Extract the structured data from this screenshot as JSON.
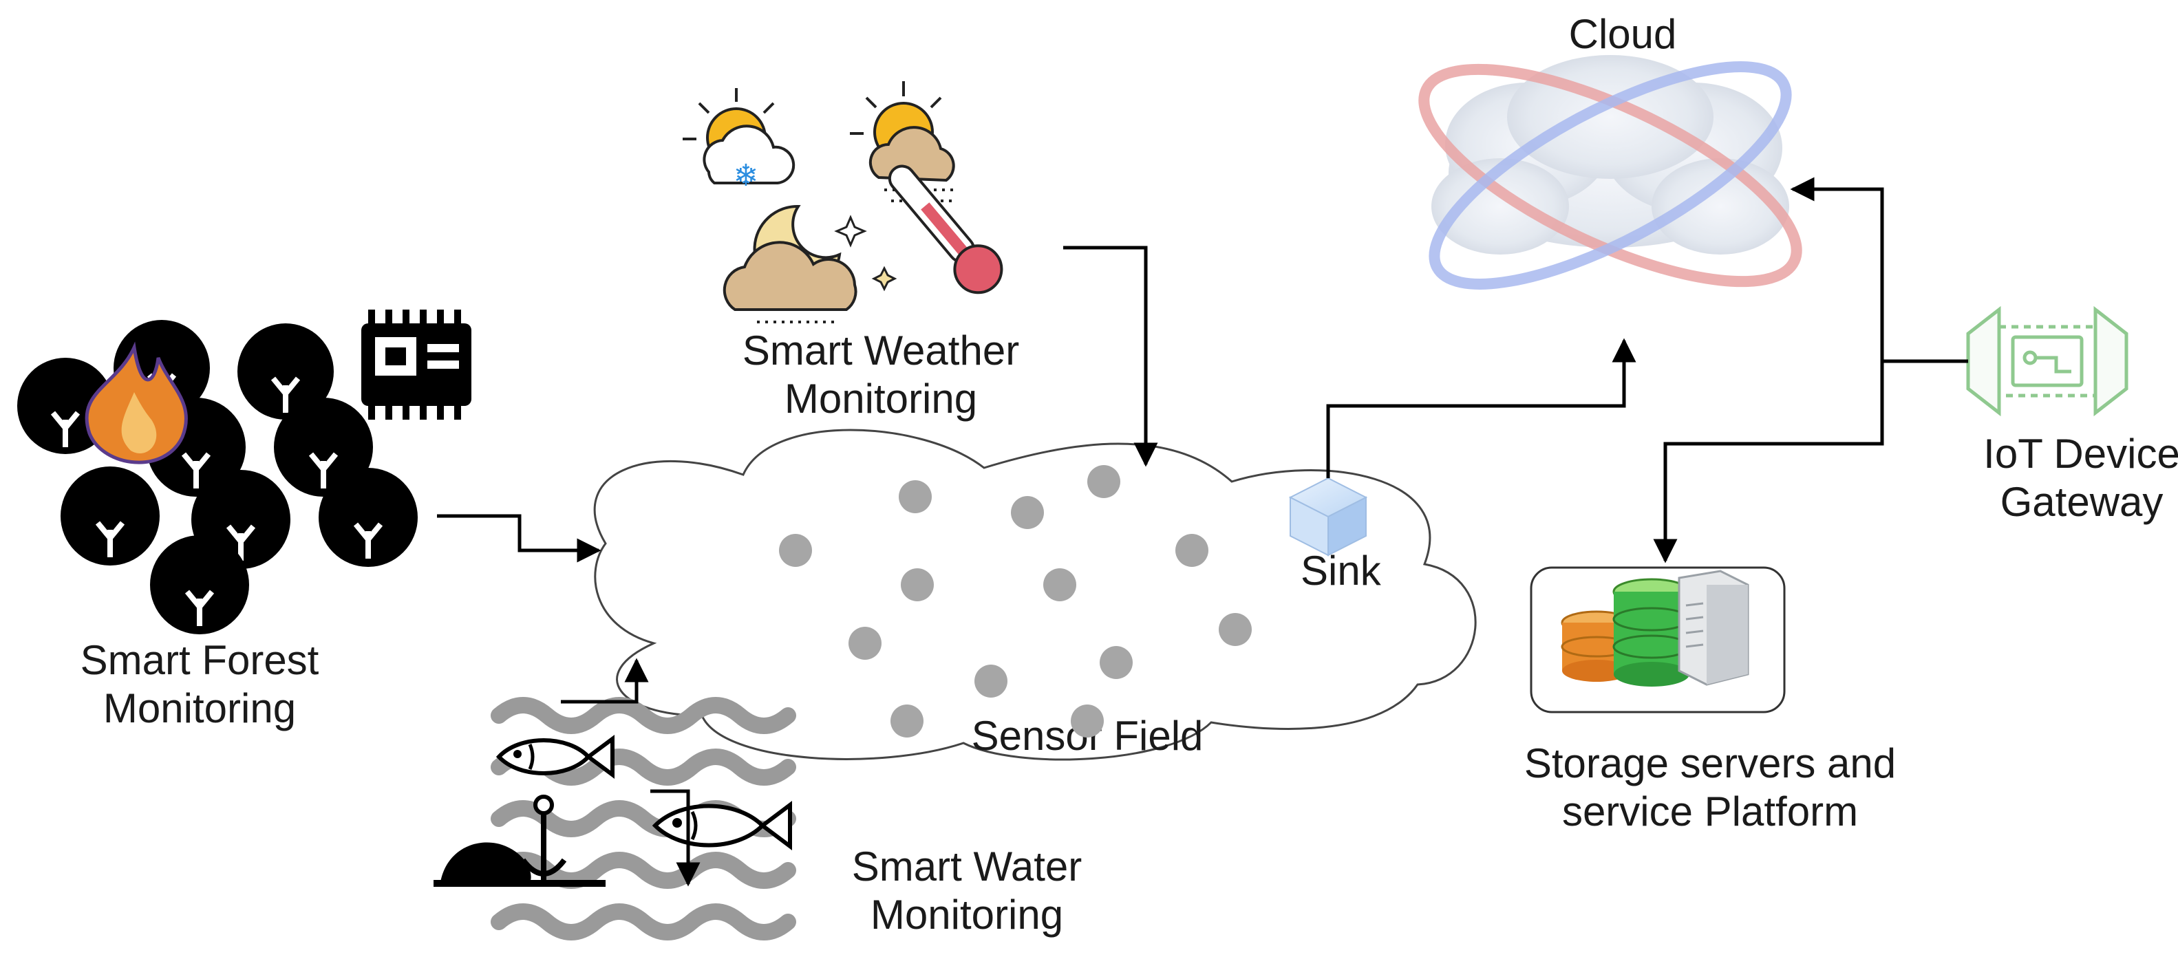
{
  "labels": {
    "cloud": "Cloud",
    "weather_line1": "Smart Weather",
    "weather_line2": "Monitoring",
    "forest_line1": "Smart Forest",
    "forest_line2": "Monitoring",
    "water_line1": "Smart Water",
    "water_line2": "Monitoring",
    "sensor_field": "Sensor Field",
    "sink": "Sink",
    "gateway_line1": "IoT Device",
    "gateway_line2": "Gateway",
    "storage_line1": "Storage servers and",
    "storage_line2": "service Platform"
  },
  "icons": {
    "forest": "tree-icon",
    "fire": "fire-icon",
    "sensor_board": "sensor-board-icon",
    "weather": [
      "sun-snow-cloud-icon",
      "sun-rain-cloud-icon",
      "moon-cloud-icon",
      "thermometer-icon"
    ],
    "water": [
      "wave-icon",
      "fish-icon",
      "anchor-icon"
    ],
    "sink": "cube-icon",
    "gateway": "gateway-icon",
    "storage": "database-server-icon",
    "cloud": "cloud-icon"
  },
  "colors": {
    "sensor_node": "#a6a6a6",
    "gateway": "#8fc98f",
    "fire": "#e8852a",
    "cloud_ring_red": "#e9a3a3",
    "cloud_ring_blue": "#a8b8ee",
    "sink": "#b9d4f3",
    "weather_cloud": "#d8b98f",
    "weather_sun": "#f5b820",
    "thermometer": "#e05a6a"
  }
}
